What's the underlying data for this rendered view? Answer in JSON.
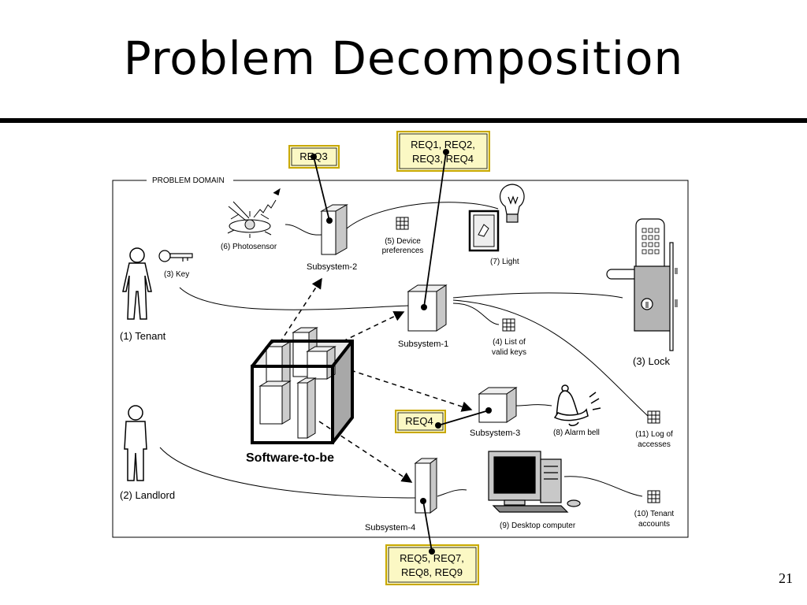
{
  "slide": {
    "title": "Problem Decomposition",
    "page_number": "21"
  },
  "domain_label": "PROBLEM DOMAIN",
  "actors": {
    "tenant": "(1) Tenant",
    "landlord": "(2) Landlord",
    "key": "(3) Key",
    "lock": "(3) Lock"
  },
  "devices": {
    "photosensor": "(6) Photosensor",
    "light": "(7) Light",
    "alarm_bell": "(8) Alarm bell",
    "desktop_computer": "(9) Desktop computer"
  },
  "data_stores": {
    "device_preferences": [
      "(5) Device",
      "preferences"
    ],
    "valid_keys": [
      "(4) List of",
      "valid keys"
    ],
    "log_of_accesses": [
      "(11) Log of",
      "accesses"
    ],
    "tenant_accounts": [
      "(10) Tenant",
      "accounts"
    ]
  },
  "subsystems": {
    "s1": "Subsystem-1",
    "s2": "Subsystem-2",
    "s3": "Subsystem-3",
    "s4": "Subsystem-4"
  },
  "software": "Software-to-be",
  "requirements": {
    "req3": [
      "REQ3"
    ],
    "req1_4": [
      "REQ1, REQ2,",
      "REQ3, REQ4"
    ],
    "req4": [
      "REQ4"
    ],
    "req5_9": [
      "REQ5, REQ7,",
      "REQ8, REQ9"
    ]
  },
  "colors": {
    "requirement_fill": "#fbf8c4",
    "requirement_border": "#c8a800",
    "box_face": "#ffffff",
    "box_shade": "#c8c8c8"
  }
}
